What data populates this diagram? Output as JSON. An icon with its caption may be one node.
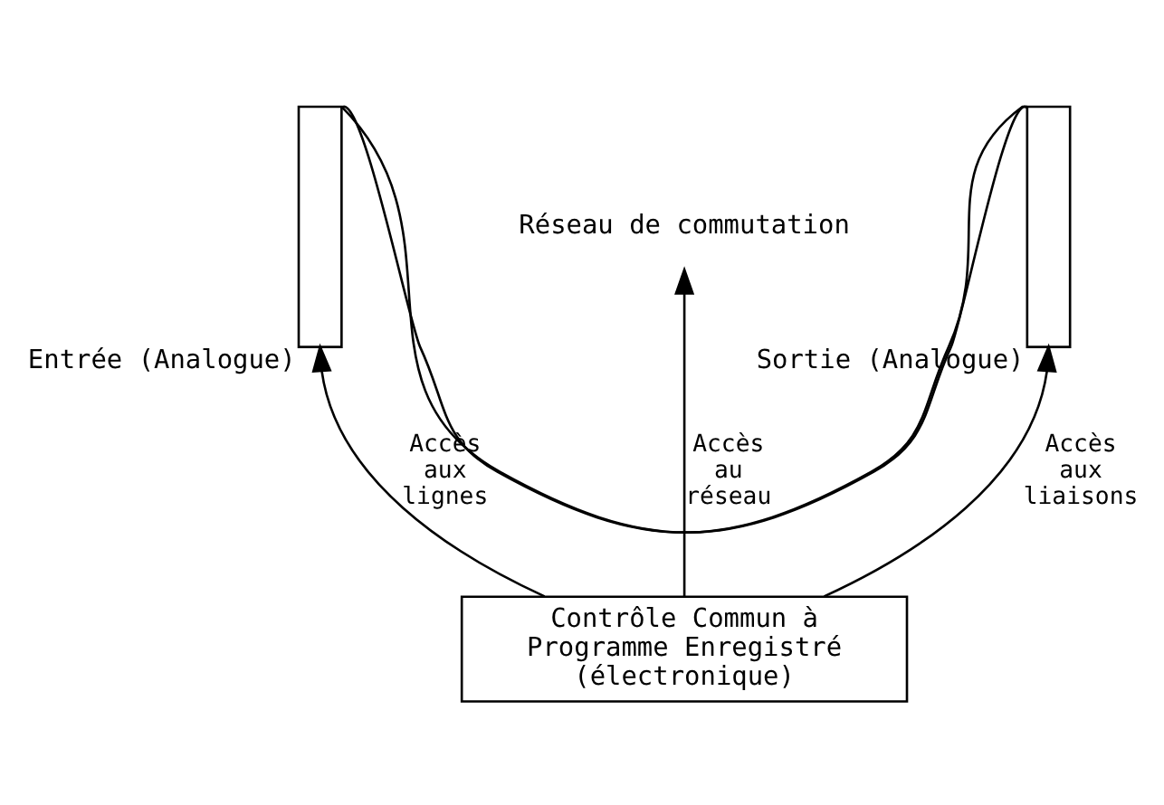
{
  "diagram": {
    "nodes": [
      {
        "text": [],
        "shape": "bar",
        "beside": [
          "Entrée (Analogue)"
        ]
      },
      {
        "text": [
          "Réseau de commutation"
        ]
      },
      {
        "text": [],
        "shape": "bar",
        "beside": [
          "Sortie (Analogue)"
        ]
      },
      {
        "text": [
          "Contrôle Commun à Programme Enregistré (électronique)"
        ]
      }
    ],
    "edges": [
      {
        "from": 0,
        "to": 2,
        "arrow": "none"
      },
      {
        "from": 0,
        "to": 2,
        "arrow": "none"
      },
      {
        "from": 3,
        "to": 0,
        "arrow": "to",
        "label": "Accès aux lignes"
      },
      {
        "from": 3,
        "to": 1,
        "arrow": "to",
        "label": "Accès au réseau"
      },
      {
        "from": 3,
        "to": 2,
        "arrow": "to",
        "label": "Accès aux liaisons"
      }
    ]
  }
}
